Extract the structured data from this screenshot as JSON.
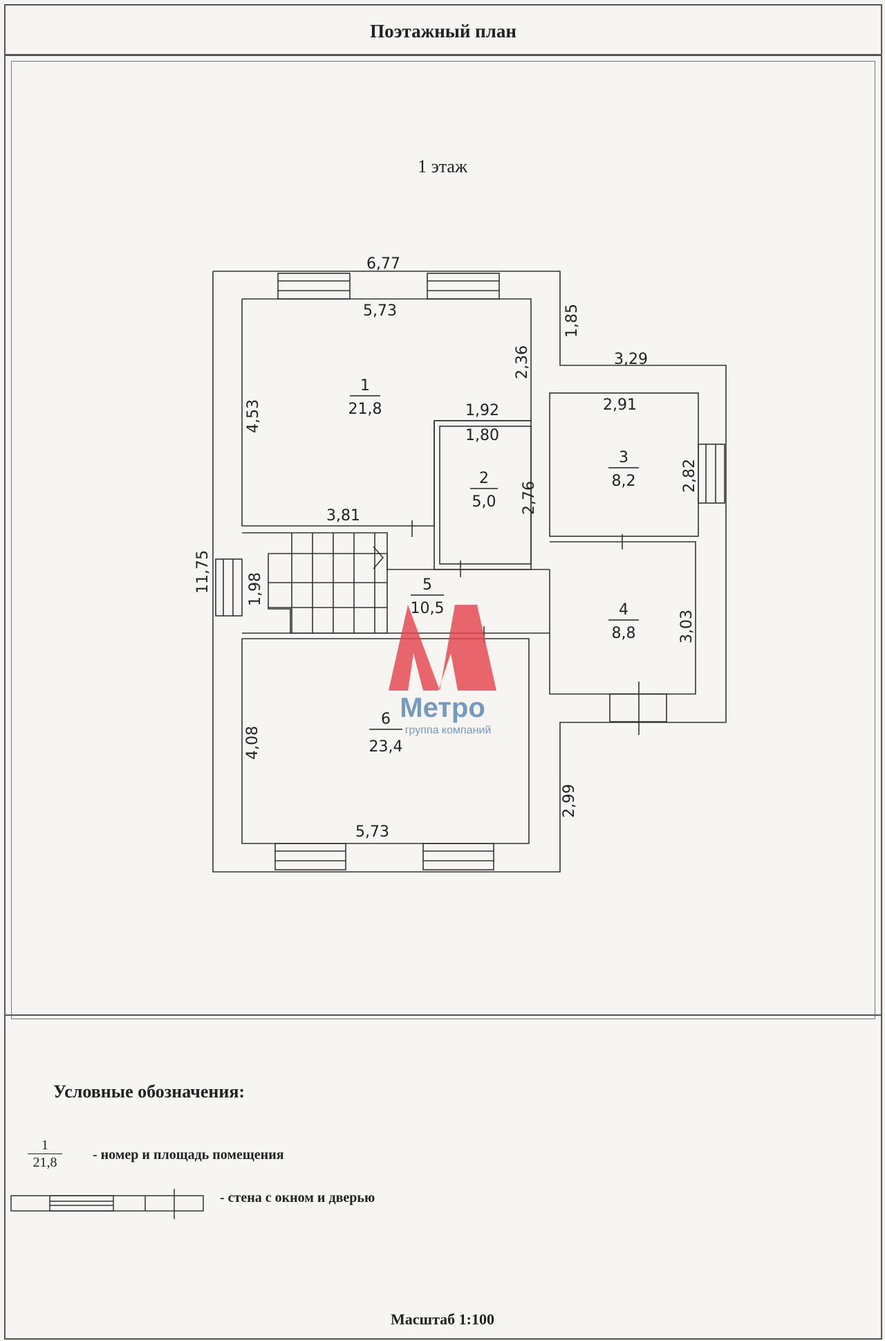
{
  "header": {
    "title": "Поэтажный план"
  },
  "floor_label": "1 этаж",
  "dimensions": {
    "top_outer": "6,77",
    "room1_top": "5,73",
    "step_vertical": "1,85",
    "right_outer_top": "3,29",
    "room1_right": "2,36",
    "room1_left": "4,53",
    "room2_top_outer": "1,92",
    "room2_top_inner": "1,80",
    "room2_right": "2,76",
    "room3_top": "2,91",
    "room3_right": "2,82",
    "stair_width": "3,81",
    "stair_height": "1,98",
    "overall_height": "11,75",
    "room4_right": "3,03",
    "room6_left": "4,08",
    "room6_bottom": "5,73",
    "bottom_right_step": "2,99"
  },
  "rooms": [
    {
      "number": "1",
      "area": "21,8"
    },
    {
      "number": "2",
      "area": "5,0"
    },
    {
      "number": "3",
      "area": "8,2"
    },
    {
      "number": "4",
      "area": "8,8"
    },
    {
      "number": "5",
      "area": "10,5"
    },
    {
      "number": "6",
      "area": "23,4"
    }
  ],
  "watermark": {
    "brand": "Метро",
    "tagline": "группа компаний",
    "color": "#e5464f",
    "text_color": "#5a86b5"
  },
  "legend": {
    "title": "Условные обозначения:",
    "room_number_sample": "1",
    "room_area_sample": "21,8",
    "room_label_desc": "- номер и площадь помещения",
    "wall_desc": "- стена с окном и дверью"
  },
  "scale": "Масштаб 1:100"
}
